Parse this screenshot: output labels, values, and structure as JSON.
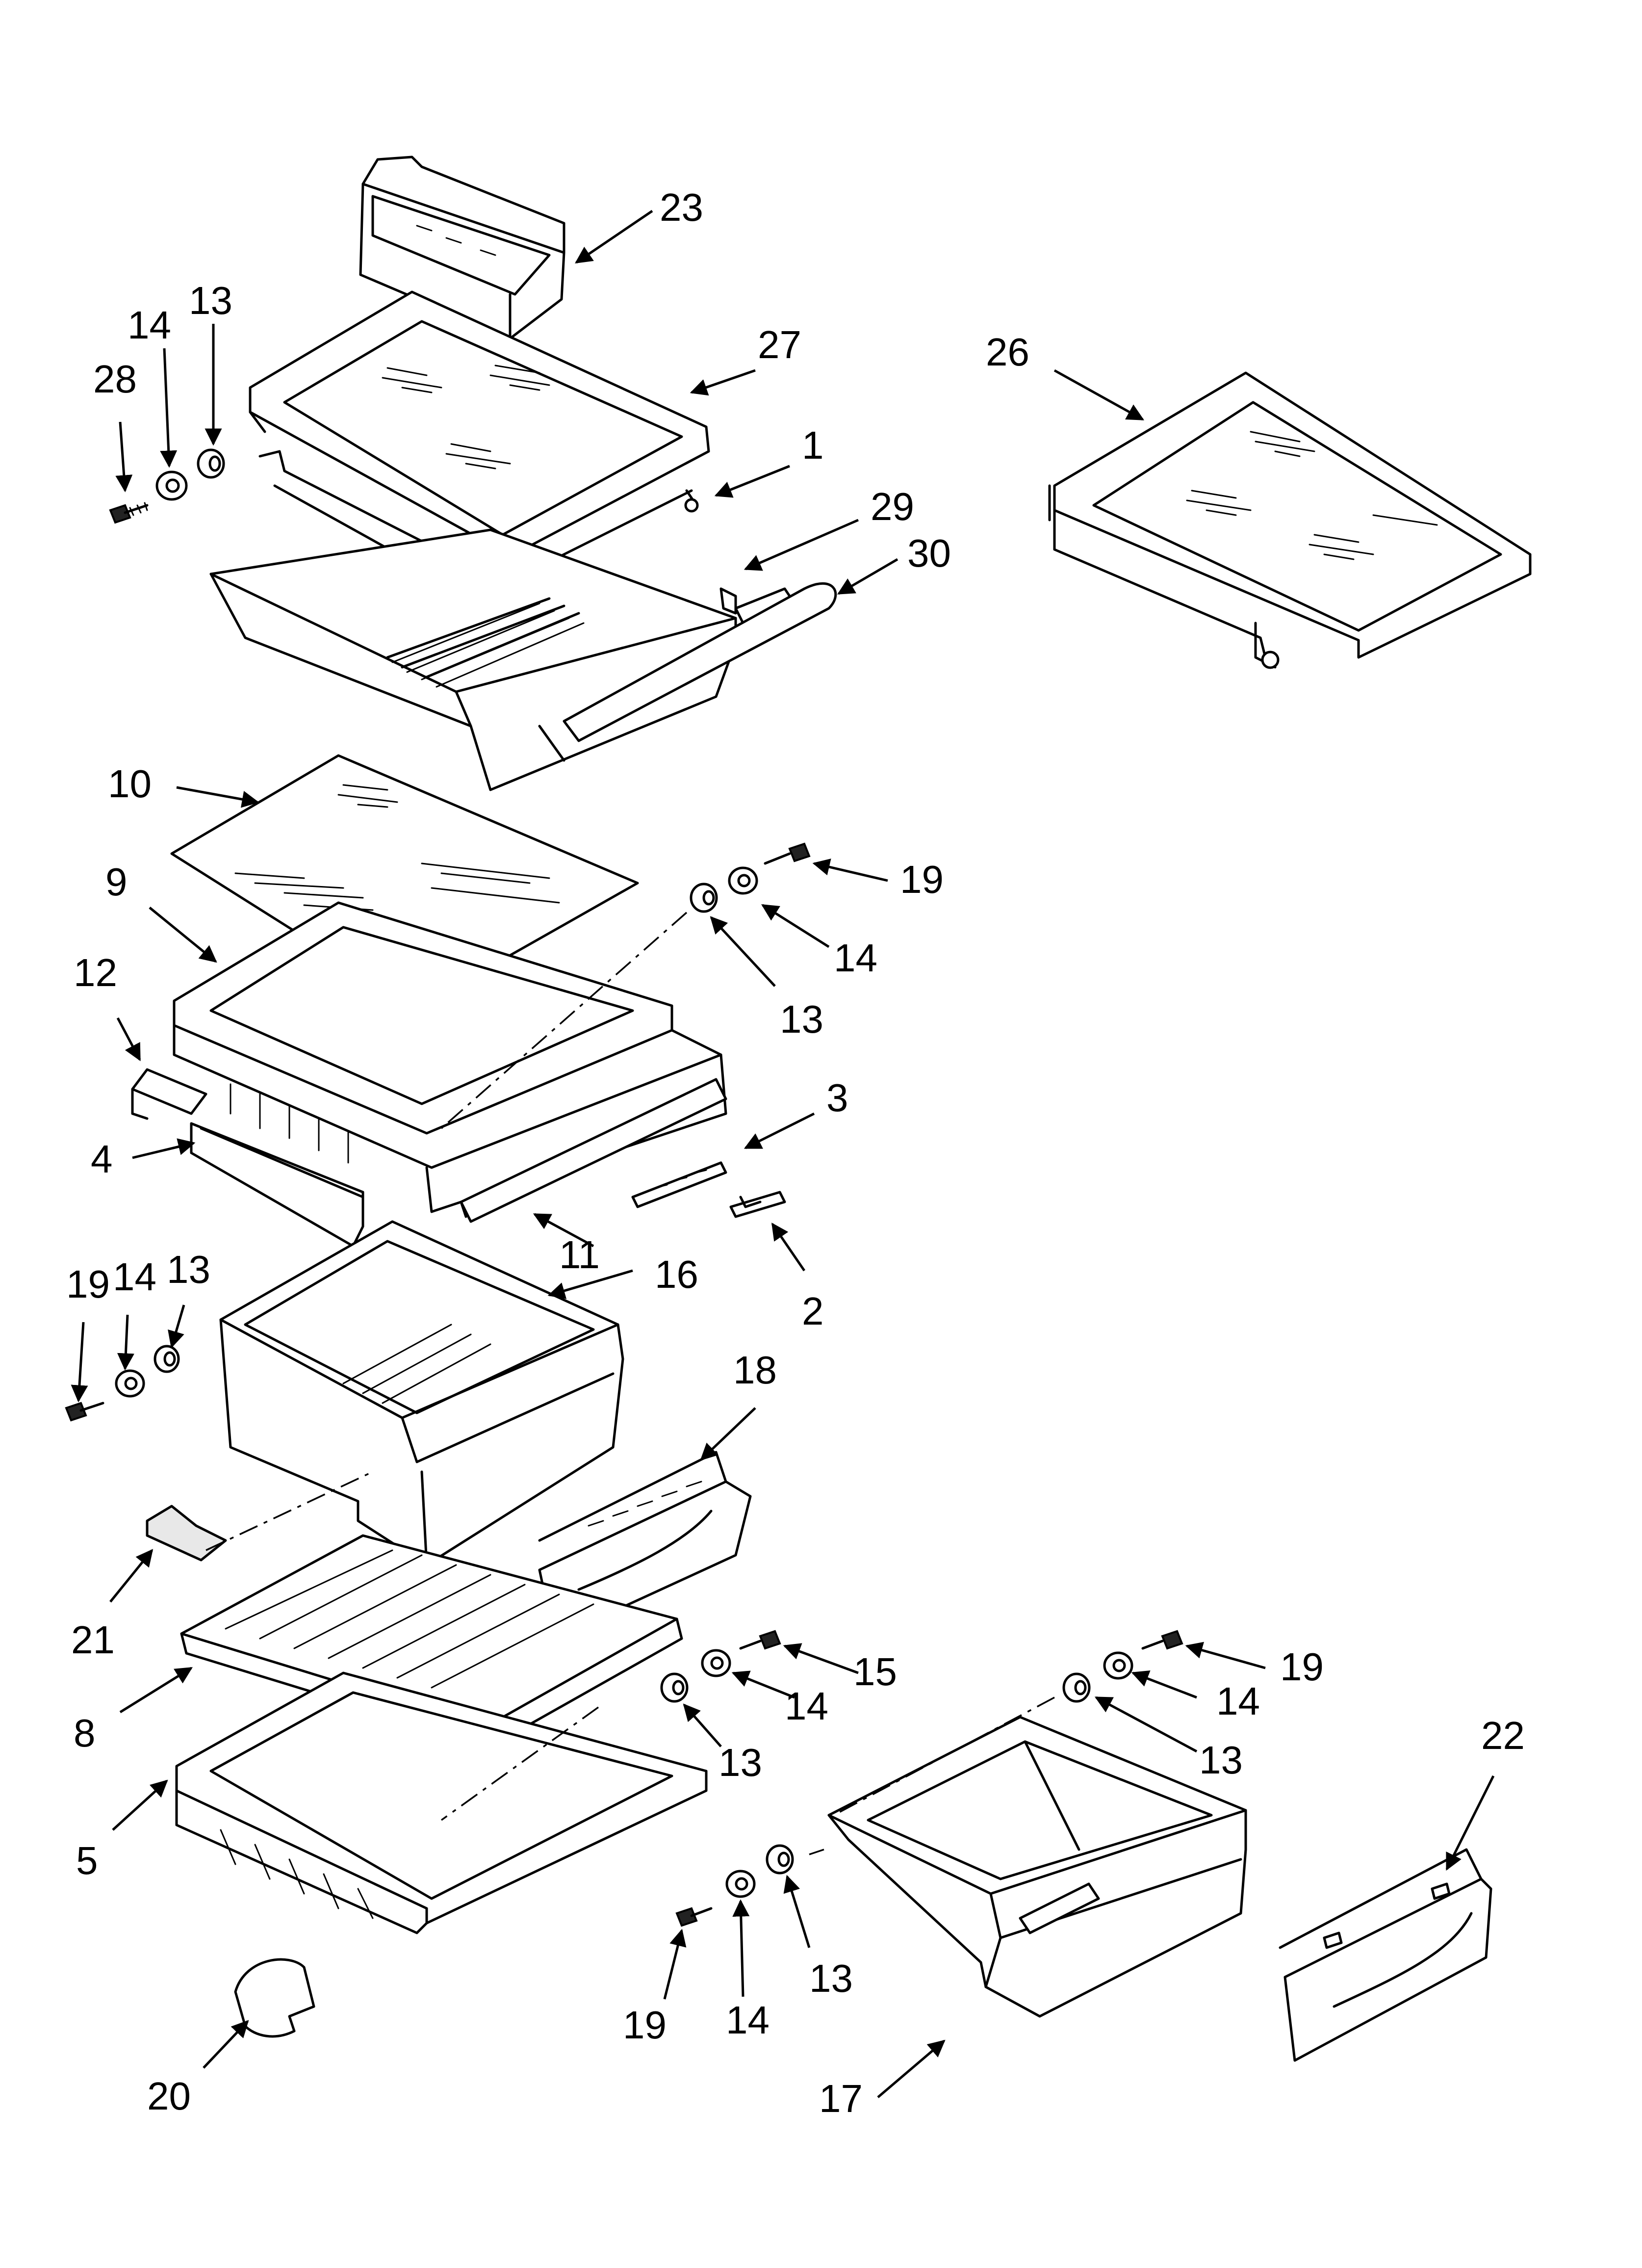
{
  "diagram": {
    "callouts": [
      {
        "id": "c23",
        "text": "23"
      },
      {
        "id": "c13a",
        "text": "13"
      },
      {
        "id": "c14a",
        "text": "14"
      },
      {
        "id": "c28",
        "text": "28"
      },
      {
        "id": "c27",
        "text": "27"
      },
      {
        "id": "c26",
        "text": "26"
      },
      {
        "id": "c1",
        "text": "1"
      },
      {
        "id": "c29",
        "text": "29"
      },
      {
        "id": "c30",
        "text": "30"
      },
      {
        "id": "c10",
        "text": "10"
      },
      {
        "id": "c19a",
        "text": "19"
      },
      {
        "id": "c9",
        "text": "9"
      },
      {
        "id": "c14b",
        "text": "14"
      },
      {
        "id": "c12",
        "text": "12"
      },
      {
        "id": "c13b",
        "text": "13"
      },
      {
        "id": "c3",
        "text": "3"
      },
      {
        "id": "c4",
        "text": "4"
      },
      {
        "id": "c11",
        "text": "11"
      },
      {
        "id": "c19b",
        "text": "19"
      },
      {
        "id": "c14c",
        "text": "14"
      },
      {
        "id": "c13c",
        "text": "13"
      },
      {
        "id": "c16",
        "text": "16"
      },
      {
        "id": "c2",
        "text": "2"
      },
      {
        "id": "c18",
        "text": "18"
      },
      {
        "id": "c21",
        "text": "21"
      },
      {
        "id": "c15",
        "text": "15"
      },
      {
        "id": "c19c",
        "text": "19"
      },
      {
        "id": "c14d",
        "text": "14"
      },
      {
        "id": "c8",
        "text": "8"
      },
      {
        "id": "c14e",
        "text": "14"
      },
      {
        "id": "c13d",
        "text": "13"
      },
      {
        "id": "c13e",
        "text": "13"
      },
      {
        "id": "c22",
        "text": "22"
      },
      {
        "id": "c5",
        "text": "5"
      },
      {
        "id": "c13f",
        "text": "13"
      },
      {
        "id": "c19d",
        "text": "19"
      },
      {
        "id": "c14f",
        "text": "14"
      },
      {
        "id": "c20",
        "text": "20"
      },
      {
        "id": "c17",
        "text": "17"
      }
    ]
  }
}
